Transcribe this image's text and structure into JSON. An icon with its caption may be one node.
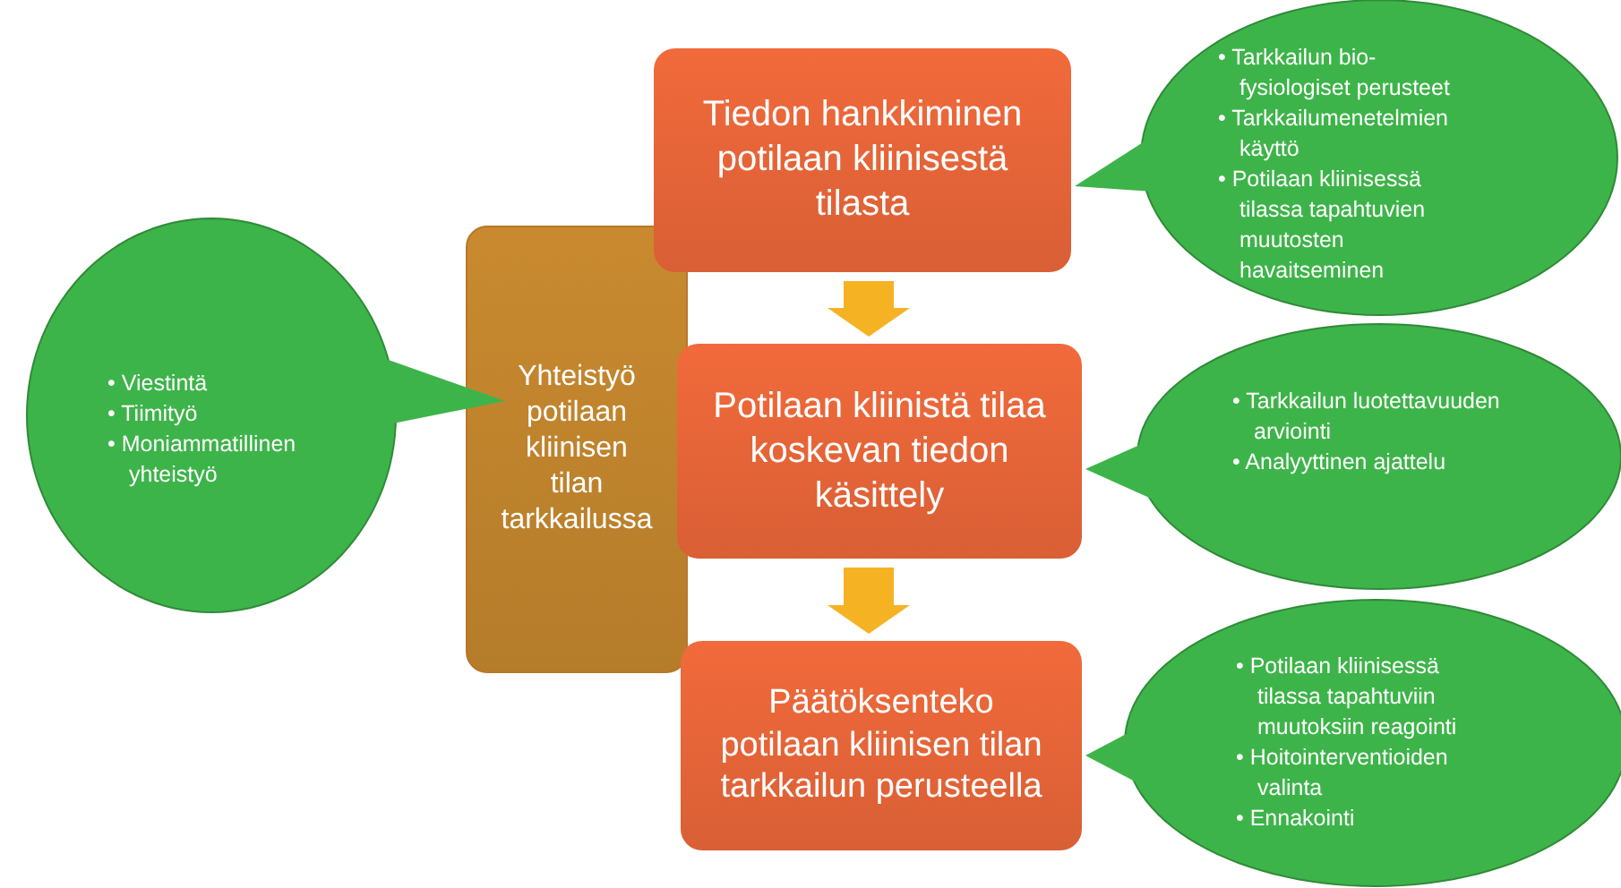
{
  "diagram": {
    "nodes": [
      {
        "text": [
          "Tiedon hankkiminen potilaan kliinisestä tilasta"
        ]
      },
      {
        "text": [
          "• Tarkkailun bio-fysiologiset perusteet",
          "• Tarkkailumenetelmien käyttö",
          "• Potilaan kliinisessä tilassa tapahtuvien muutosten havaitseminen"
        ]
      },
      {
        "text": [
          "• Viestintä",
          "• Tiimityö",
          "• Moniammatillinen yhteistyö"
        ]
      },
      {
        "text": [
          "Yhteistyö potilaan kliinisen tilan tarkkailussa"
        ]
      },
      {
        "text": [
          "Potilaan kliinistä tilaa koskevan tiedon käsittely"
        ]
      },
      {
        "text": [
          "• Tarkkailun luotettavuuden arviointi",
          "• Analyyttinen ajattelu"
        ]
      },
      {
        "text": [
          "Päätöksenteko potilaan kliinisen tilan tarkkailun perusteella"
        ]
      },
      {
        "text": [
          "• Potilaan kliinisessä tilassa tapahtuviin muutoksiin reagointi",
          "• Hoitointerventioiden valinta",
          "• Ennakointi"
        ]
      }
    ],
    "edges": [
      {
        "from": 0,
        "to": 4,
        "arrow": "to"
      },
      {
        "from": 4,
        "to": 6,
        "arrow": "to"
      }
    ]
  }
}
